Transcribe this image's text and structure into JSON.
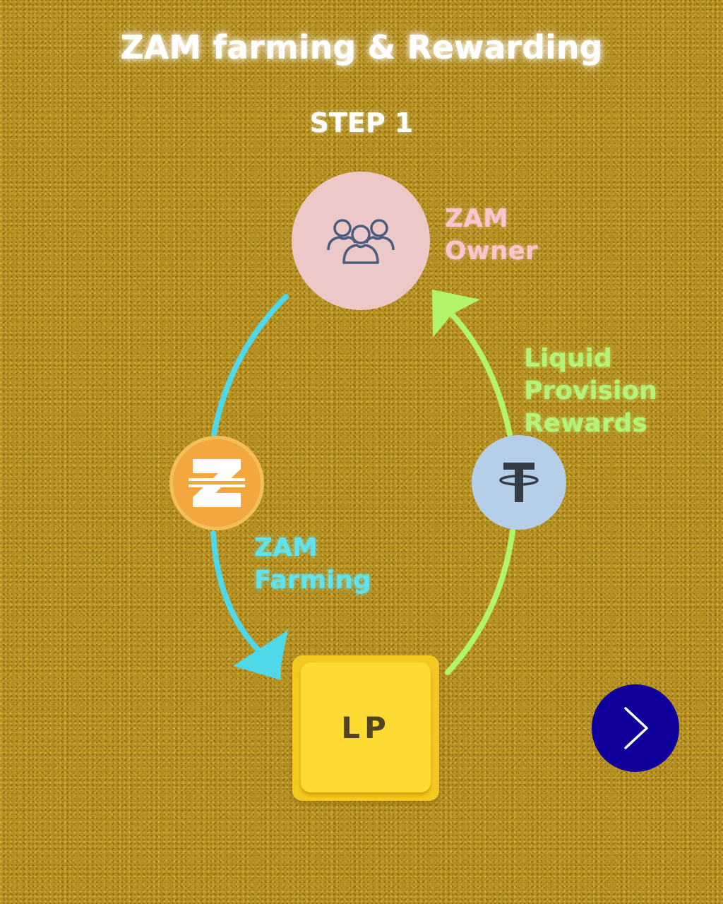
{
  "header": {
    "title": "ZAM farming & Rewarding",
    "step": "STEP 1"
  },
  "nodes": {
    "owner": {
      "label_line1": "ZAM",
      "label_line2": "Owner",
      "icon": "people-group-icon"
    },
    "zam_token": {
      "icon": "zam-logo-icon"
    },
    "tether_token": {
      "icon": "tether-icon"
    },
    "lp": {
      "label": "LP"
    }
  },
  "edges": {
    "farming": {
      "label_line1": "ZAM",
      "label_line2": "Farming"
    },
    "rewards": {
      "label_line1": "Liquid",
      "label_line2": "Provision",
      "label_line3": "Rewards"
    }
  },
  "navigation": {
    "next_icon": "chevron-right-icon"
  },
  "colors": {
    "farming_arrow": "#4fd8e8",
    "rewards_arrow": "#b2f56c",
    "owner_circle": "#ecc9c8",
    "zam_circle": "#f2a73f",
    "tether_circle": "#b5cfe9",
    "lp_box": "#fddb32",
    "next_button": "#10009b"
  }
}
